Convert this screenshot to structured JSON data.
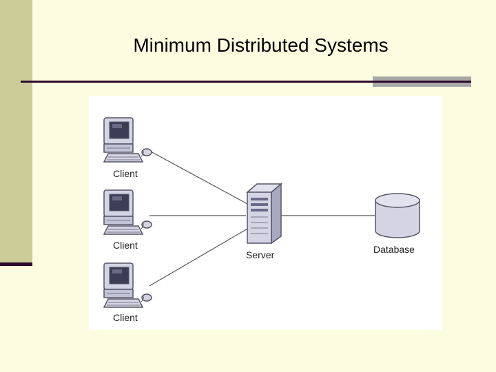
{
  "slide": {
    "title": "Minimum Distributed Systems"
  },
  "diagram": {
    "clients": [
      {
        "label": "Client"
      },
      {
        "label": "Client"
      },
      {
        "label": "Client"
      }
    ],
    "server": {
      "label": "Server"
    },
    "database": {
      "label": "Database"
    }
  },
  "colors": {
    "background": "#fcfce0",
    "side_band": "#cccc99",
    "rule": "#2d0a2d",
    "rule_accent": "#a8a8a8",
    "device_fill": "#d4d4e4",
    "device_stroke": "#555566"
  }
}
